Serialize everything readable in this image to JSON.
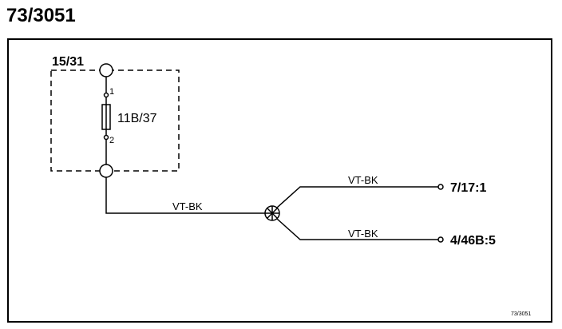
{
  "diagram": {
    "title": "73/3051",
    "component_box_label": "15/31",
    "fuse_label": "11B/37",
    "pin_top": "1",
    "pin_bottom": "2",
    "wire_main_label": "VT-BK",
    "wire_upper_label": "VT-BK",
    "wire_lower_label": "VT-BK",
    "terminal_upper": "7/17:1",
    "terminal_lower": "4/46B:5",
    "corner_id": "73/3051"
  }
}
